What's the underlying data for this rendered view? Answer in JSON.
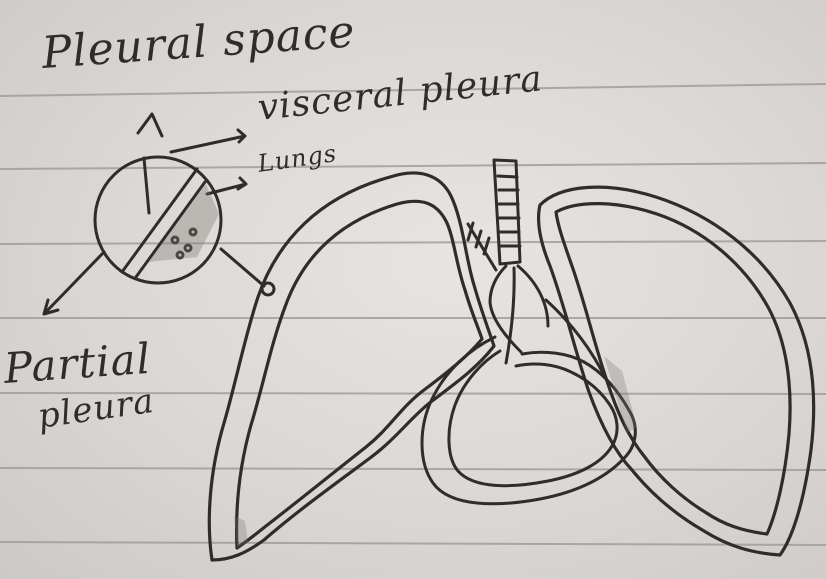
{
  "labels": {
    "pleural_space": "Pleural space",
    "visceral_pleura": "visceral pleura",
    "lungs": "Lungs",
    "parietal_pleura_line1": "Partial",
    "parietal_pleura_line2": "pleura"
  },
  "colors": {
    "paper": "#d9d6d3",
    "ink": "#2f2c2a",
    "line": "#9f9a96",
    "shade": "#7b7772"
  }
}
